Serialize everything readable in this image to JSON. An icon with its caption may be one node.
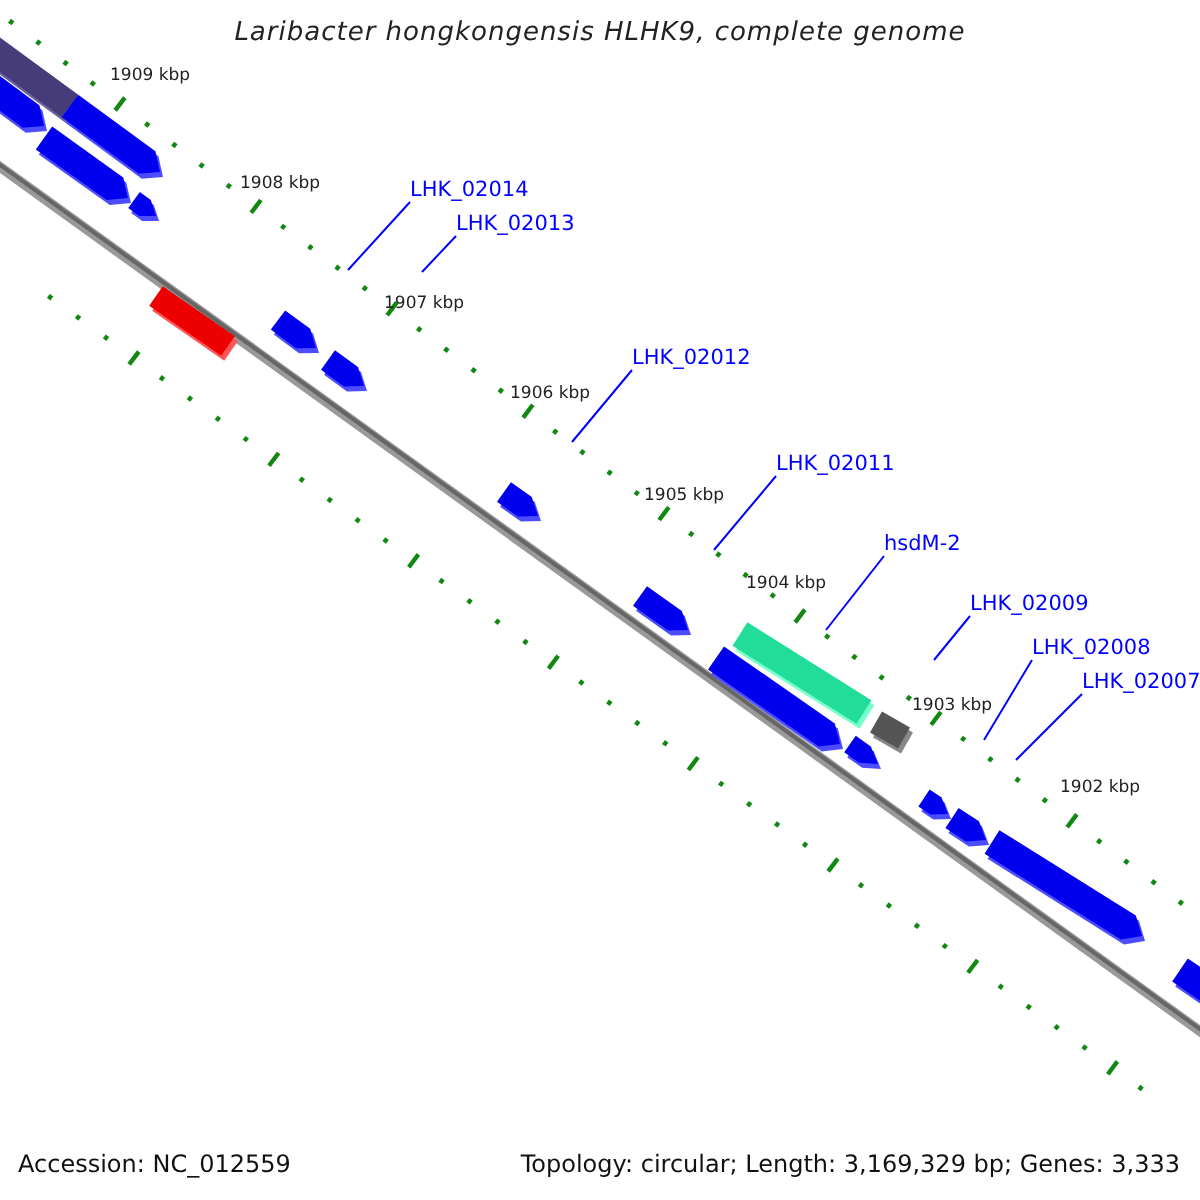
{
  "diagram": {
    "title": "Laribacter hongkongensis HLHK9, complete genome",
    "nodes": [
      {
        "text": [
          "LHK_02014"
        ]
      },
      {
        "text": [
          "LHK_02013"
        ]
      },
      {
        "text": [
          "LHK_02012"
        ]
      },
      {
        "text": [
          "LHK_02011"
        ]
      },
      {
        "text": [
          "hsdM-2"
        ]
      },
      {
        "text": [
          "LHK_02009"
        ]
      },
      {
        "text": [
          "LHK_02008"
        ]
      },
      {
        "text": [
          "LHK_02007"
        ]
      }
    ],
    "edges": [
      {
        "from": 0,
        "to": null,
        "arrow": "none"
      },
      {
        "from": 1,
        "to": null,
        "arrow": "none"
      },
      {
        "from": 2,
        "to": null,
        "arrow": "none"
      },
      {
        "from": 3,
        "to": null,
        "arrow": "none"
      },
      {
        "from": 4,
        "to": null,
        "arrow": "none"
      },
      {
        "from": 5,
        "to": null,
        "arrow": "none"
      },
      {
        "from": 6,
        "to": null,
        "arrow": "none"
      },
      {
        "from": 7,
        "to": null,
        "arrow": "none"
      }
    ],
    "labels": [
      "1909 kbp",
      "1908 kbp",
      "1907 kbp",
      "1906 kbp",
      "1905 kbp",
      "1904 kbp",
      "1903 kbp",
      "1902 kbp",
      "Accession: NC_012559",
      "Topology: circular; Length: 3,169,329 bp; Genes: 3,333"
    ]
  }
}
